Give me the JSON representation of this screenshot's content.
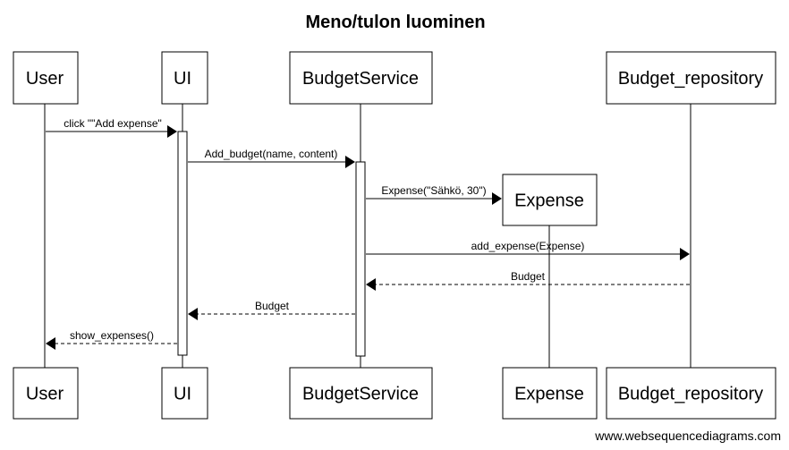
{
  "diagram": {
    "title": "Meno/tulon luominen",
    "footer": "www.websequencediagrams.com",
    "participants": [
      {
        "id": "user",
        "label": "User"
      },
      {
        "id": "ui",
        "label": "UI"
      },
      {
        "id": "service",
        "label": "BudgetService"
      },
      {
        "id": "expense",
        "label": "Expense",
        "created": true
      },
      {
        "id": "repo",
        "label": "Budget_repository"
      }
    ],
    "messages": [
      {
        "from": "user",
        "to": "ui",
        "label": "click \"\"Add expense\"",
        "style": "solid"
      },
      {
        "from": "ui",
        "to": "service",
        "label": "Add_budget(name, content)",
        "style": "solid"
      },
      {
        "from": "service",
        "to": "expense",
        "label": "Expense(\"Sähkö, 30\")",
        "style": "solid"
      },
      {
        "from": "service",
        "to": "repo",
        "label": "add_expense(Expense)",
        "style": "solid"
      },
      {
        "from": "repo",
        "to": "service",
        "label": "Budget",
        "style": "dashed"
      },
      {
        "from": "service",
        "to": "ui",
        "label": "Budget",
        "style": "dashed"
      },
      {
        "from": "ui",
        "to": "user",
        "label": "show_expenses()",
        "style": "dashed"
      }
    ]
  }
}
